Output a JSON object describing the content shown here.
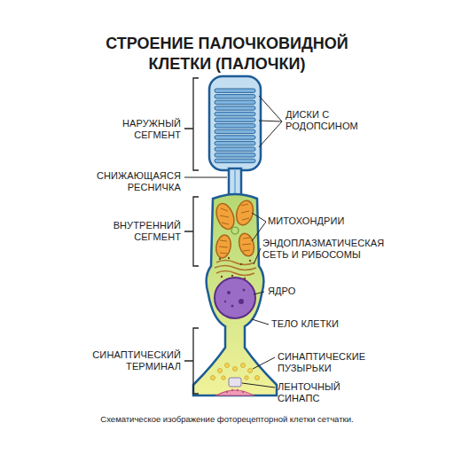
{
  "diagram": {
    "title": "СТРОЕНИЕ ПАЛОЧКОВИДНОЙ КЛЕТКИ (ПАЛОЧКИ)",
    "caption": "Схематическое изображение фоторецепторной клетки сетчатки.",
    "labels": [
      "НАРУЖНЫЙ СЕГМЕНТ",
      "ДИСКИ С РОДОПСИНОМ",
      "СНИЖАЮЩАЯСЯ РЕСНИЧКА",
      "ВНУТРЕННИЙ СЕГМЕНТ",
      "МИТОХОНДРИИ",
      "ЭНДОПЛАЗМАТИЧЕСКАЯ СЕТЬ И РИБОСОМЫ",
      "ЯДРО",
      "ТЕЛО КЛЕТКИ",
      "СИНАПТИЧЕСКИЙ ТЕРМИНАЛ",
      "СИНАПТИЧЕСКИЕ ПУЗЫРЬКИ",
      "ЛЕНТОЧНЫЙ СИНАПС"
    ]
  }
}
